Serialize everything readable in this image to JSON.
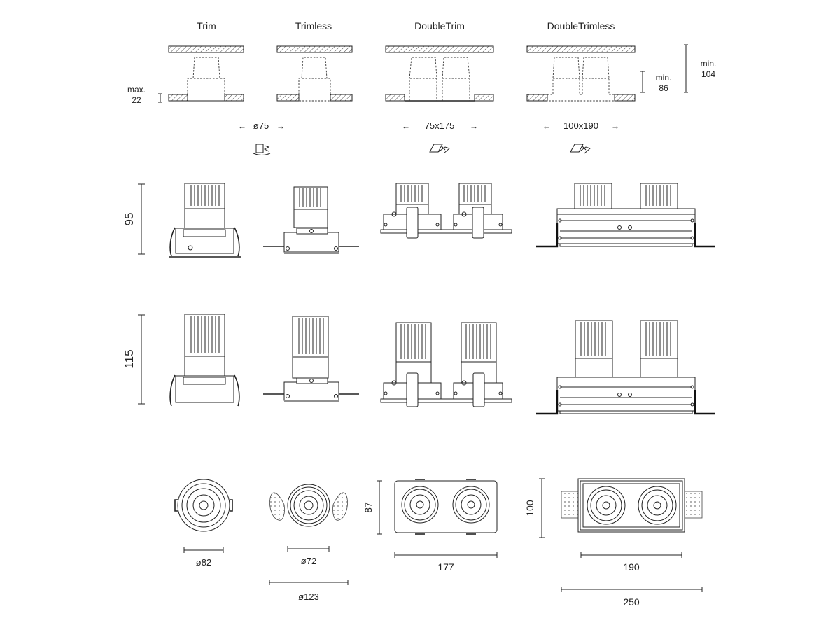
{
  "columns": {
    "trim": "Trim",
    "trimless": "Trimless",
    "double_trim": "DoubleTrim",
    "double_trimless": "DoubleTrimless"
  },
  "installation": {
    "max_label": "max.",
    "max_value": "22",
    "min_short_label": "min.",
    "min_short_value": "86",
    "min_tall_label": "min.",
    "min_tall_value": "104"
  },
  "cutouts": {
    "single": "ø75",
    "double_trim": "75x175",
    "double_trimless": "100x190"
  },
  "heights": {
    "row1": "95",
    "row2": "115"
  },
  "plan": {
    "trim_diameter": "ø82",
    "trimless_inner": "ø72",
    "trimless_outer": "ø123",
    "double_trim_height": "87",
    "double_trim_width": "177",
    "double_trimless_height": "100",
    "double_trimless_width": "190",
    "double_trimless_outer": "250"
  },
  "icons": {
    "single_mount": "ceiling-fix-icon",
    "double_mount": "plaster-kit-icon"
  }
}
